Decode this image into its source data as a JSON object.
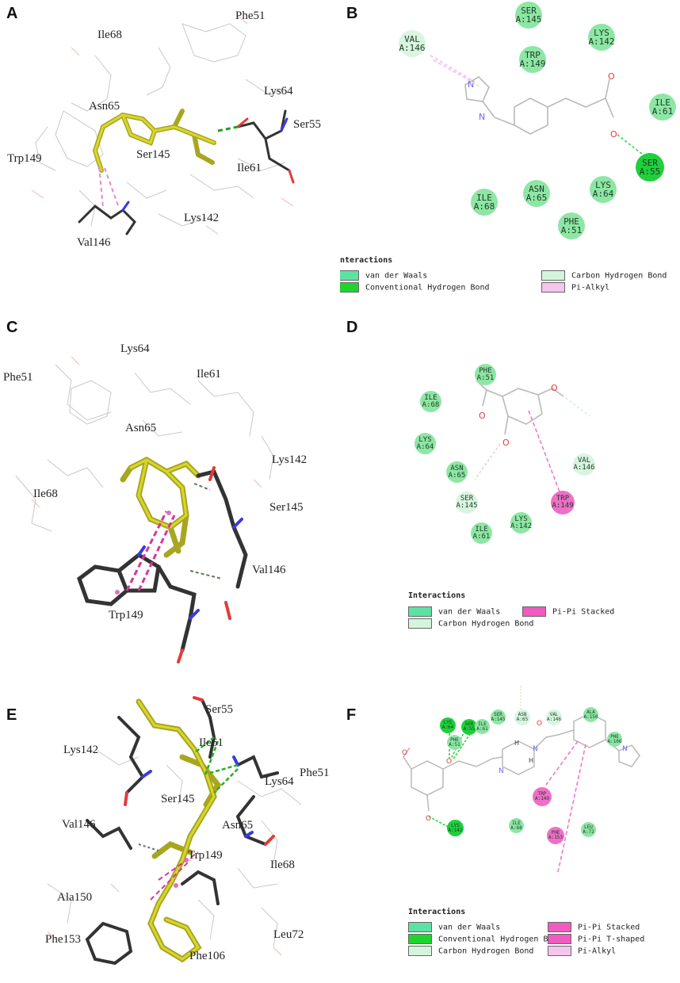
{
  "panels": {
    "A": {
      "label": "A",
      "residues": [
        "Phe51",
        "Ile68",
        "Asn65",
        "Lys64",
        "Ser55",
        "Trp149",
        "Ser145",
        "Ile61",
        "Lys142",
        "Val146"
      ]
    },
    "B": {
      "label": "B",
      "nodes": [
        {
          "res": "SER",
          "id": "A:145",
          "color": "#8ee6a5"
        },
        {
          "res": "LYS",
          "id": "A:142",
          "color": "#8ee6a5"
        },
        {
          "res": "VAL",
          "id": "A:146",
          "color": "#d9f5e1"
        },
        {
          "res": "TRP",
          "id": "A:149",
          "color": "#8ee6a5"
        },
        {
          "res": "ILE",
          "id": "A:61",
          "color": "#8ee6a5"
        },
        {
          "res": "SER",
          "id": "A:55",
          "color": "#1fcf3c"
        },
        {
          "res": "ILE",
          "id": "A:68",
          "color": "#8ee6a5"
        },
        {
          "res": "ASN",
          "id": "A:65",
          "color": "#8ee6a5"
        },
        {
          "res": "LYS",
          "id": "A:64",
          "color": "#8ee6a5"
        },
        {
          "res": "PHE",
          "id": "A:51",
          "color": "#8ee6a5"
        }
      ],
      "legend": {
        "title": "Interactions",
        "items": [
          {
            "label": "van der Waals",
            "color": "#5de2a3"
          },
          {
            "label": "Carbon Hydrogen Bond",
            "color": "#d3f5dc"
          },
          {
            "label": "Conventional Hydrogen Bond",
            "color": "#1fd42f"
          },
          {
            "label": "Pi-Alkyl",
            "color": "#f4c6ec"
          }
        ]
      }
    },
    "C": {
      "label": "C",
      "residues": [
        "Lys64",
        "Phe51",
        "Ile61",
        "Asn65",
        "Lys142",
        "Ile68",
        "Ser145",
        "Val146",
        "Trp149"
      ]
    },
    "D": {
      "label": "D",
      "nodes": [
        {
          "res": "PHE",
          "id": "A:51",
          "color": "#8ee6a5"
        },
        {
          "res": "ILE",
          "id": "A:68",
          "color": "#8ee6a5"
        },
        {
          "res": "LYS",
          "id": "A:64",
          "color": "#8ee6a5"
        },
        {
          "res": "ASN",
          "id": "A:65",
          "color": "#8ee6a5"
        },
        {
          "res": "VAL",
          "id": "A:146",
          "color": "#d9f5e1"
        },
        {
          "res": "SER",
          "id": "A:145",
          "color": "#d9f5e1"
        },
        {
          "res": "TRP",
          "id": "A:149",
          "color": "#ef6fc8"
        },
        {
          "res": "LYS",
          "id": "A:142",
          "color": "#8ee6a5"
        },
        {
          "res": "ILE",
          "id": "A:61",
          "color": "#8ee6a5"
        }
      ],
      "legend": {
        "title": "Interactions",
        "items": [
          {
            "label": "van der Waals",
            "color": "#5de2a3"
          },
          {
            "label": "Pi-Pi Stacked",
            "color": "#f05bbf"
          },
          {
            "label": "Carbon Hydrogen Bond",
            "color": "#d3f5dc"
          }
        ]
      }
    },
    "E": {
      "label": "E",
      "residues": [
        "Ser55",
        "Ile61",
        "Lys142",
        "Phe51",
        "Lys64",
        "Ser145",
        "Val146",
        "Asn65",
        "Trp149",
        "Ile68",
        "Ala150",
        "Phe153",
        "Leu72",
        "Phe106"
      ]
    },
    "F": {
      "label": "F",
      "nodes": [
        {
          "res": "SER",
          "id": "A:145",
          "color": "#8ee6a5"
        },
        {
          "res": "ASN",
          "id": "A:65",
          "color": "#d9f5e1"
        },
        {
          "res": "VAL",
          "id": "A:146",
          "color": "#d9f5e1"
        },
        {
          "res": "ALA",
          "id": "A:150",
          "color": "#8ee6a5"
        },
        {
          "res": "LYS",
          "id": "A:64",
          "color": "#1fcf3c"
        },
        {
          "res": "SER",
          "id": "A:55",
          "color": "#1fcf3c"
        },
        {
          "res": "ILE",
          "id": "A:61",
          "color": "#8ee6a5"
        },
        {
          "res": "PHE",
          "id": "A:51",
          "color": "#8ee6a5"
        },
        {
          "res": "PHE",
          "id": "A:106",
          "color": "#8ee6a5"
        },
        {
          "res": "TRP",
          "id": "A:149",
          "color": "#ef6fc8"
        },
        {
          "res": "LYS",
          "id": "A:142",
          "color": "#1fcf3c"
        },
        {
          "res": "ILE",
          "id": "A:68",
          "color": "#8ee6a5"
        },
        {
          "res": "LEU",
          "id": "A:72",
          "color": "#8ee6a5"
        },
        {
          "res": "PHE",
          "id": "A:153",
          "color": "#ef6fc8"
        }
      ],
      "atom_labels": {
        "h1": "H",
        "h2": "H"
      },
      "legend": {
        "title": "Interactions",
        "items": [
          {
            "label": "van der Waals",
            "color": "#5de2a3"
          },
          {
            "label": "Pi-Pi Stacked",
            "color": "#f05bbf"
          },
          {
            "label": "Conventional Hydrogen Bond",
            "color": "#1fd42f"
          },
          {
            "label": "Pi-Pi T-shaped",
            "color": "#f05bbf"
          },
          {
            "label": "Carbon Hydrogen Bond",
            "color": "#d3f5dc"
          },
          {
            "label": "Pi-Alkyl",
            "color": "#f4c6ec"
          }
        ]
      }
    }
  }
}
